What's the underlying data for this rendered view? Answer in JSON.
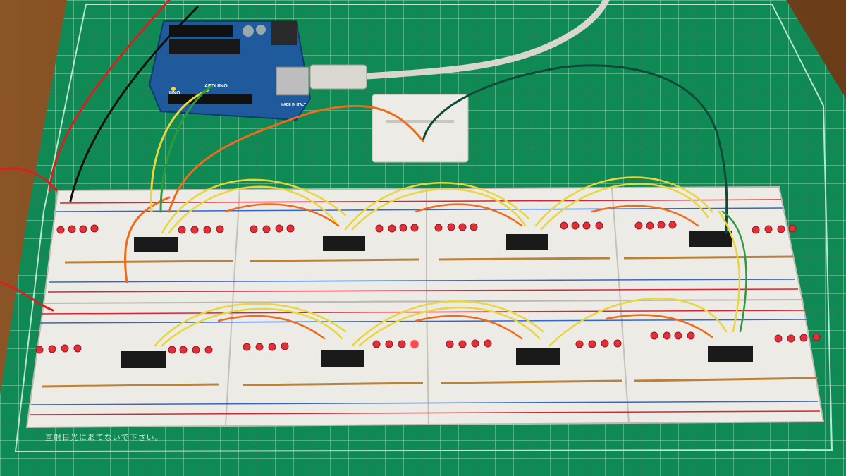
{
  "scene": {
    "description_tags": [
      "arduino-uno",
      "cutting-mat",
      "breadboards",
      "led-array",
      "shift-registers",
      "usb-cable",
      "jumper-wires"
    ]
  },
  "arduino": {
    "brand": "ARDUINO",
    "model": "UNO",
    "made_in": "MADE IN ITALY"
  },
  "mat": {
    "note": "直射日光にあてないで下さい。"
  },
  "colors": {
    "wood": "#7a4a22",
    "mat_green": "#0f8a55",
    "mat_grid": "#8fd1b0",
    "breadboard": "#ece9e2",
    "arduino_blue": "#1e5a9c",
    "wire_yellow": "#e8d63a",
    "wire_orange": "#f06a1a",
    "wire_red": "#d8201e",
    "wire_green": "#2c9c3a",
    "wire_black": "#111111",
    "led_red": "#e0303a",
    "ic_black": "#1a1a1a"
  }
}
